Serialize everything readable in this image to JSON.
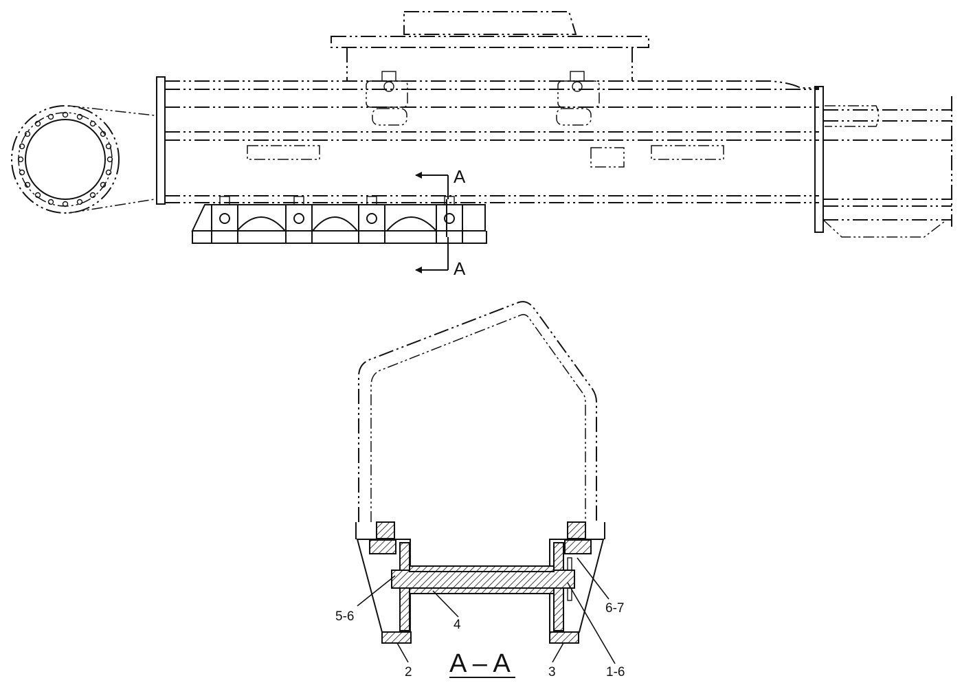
{
  "section_marker": {
    "top_letter": "A",
    "bottom_letter": "A"
  },
  "section_title": "A – A",
  "callouts": {
    "c56": "5-6",
    "c4": "4",
    "c67": "6-7",
    "c16": "1-6",
    "c2": "2",
    "c3": "3"
  }
}
